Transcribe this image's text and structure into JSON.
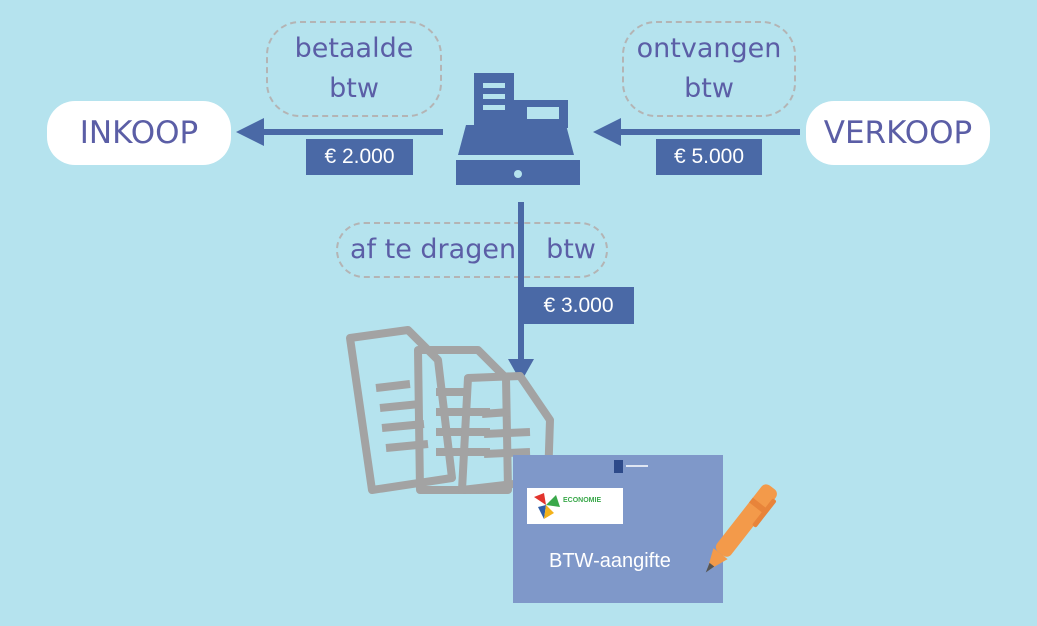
{
  "nodes": {
    "inkoop": "INKOOP",
    "verkoop": "VERKOOP"
  },
  "labels": {
    "paid_line1": "betaalde",
    "paid_line2": "btw",
    "received_line1": "ontvangen",
    "received_line2": "btw",
    "due_part1": "af te dragen",
    "due_part2": "btw"
  },
  "amounts": {
    "paid": "€ 2.000",
    "received": "€ 5.000",
    "due": "€ 3.000"
  },
  "form": {
    "title": "BTW-aangifte",
    "logo_text": "ECONOMIE"
  },
  "colors": {
    "background": "#b5e3ee",
    "accent": "#4a69a6",
    "text": "#5b5ea6",
    "card": "#7f98c9",
    "pen": "#f39a4a",
    "papers": "#a3a3a3"
  },
  "icons": [
    "cash-register-icon",
    "documents-icon",
    "pen-icon",
    "arrow-left-icon",
    "arrow-down-icon"
  ]
}
